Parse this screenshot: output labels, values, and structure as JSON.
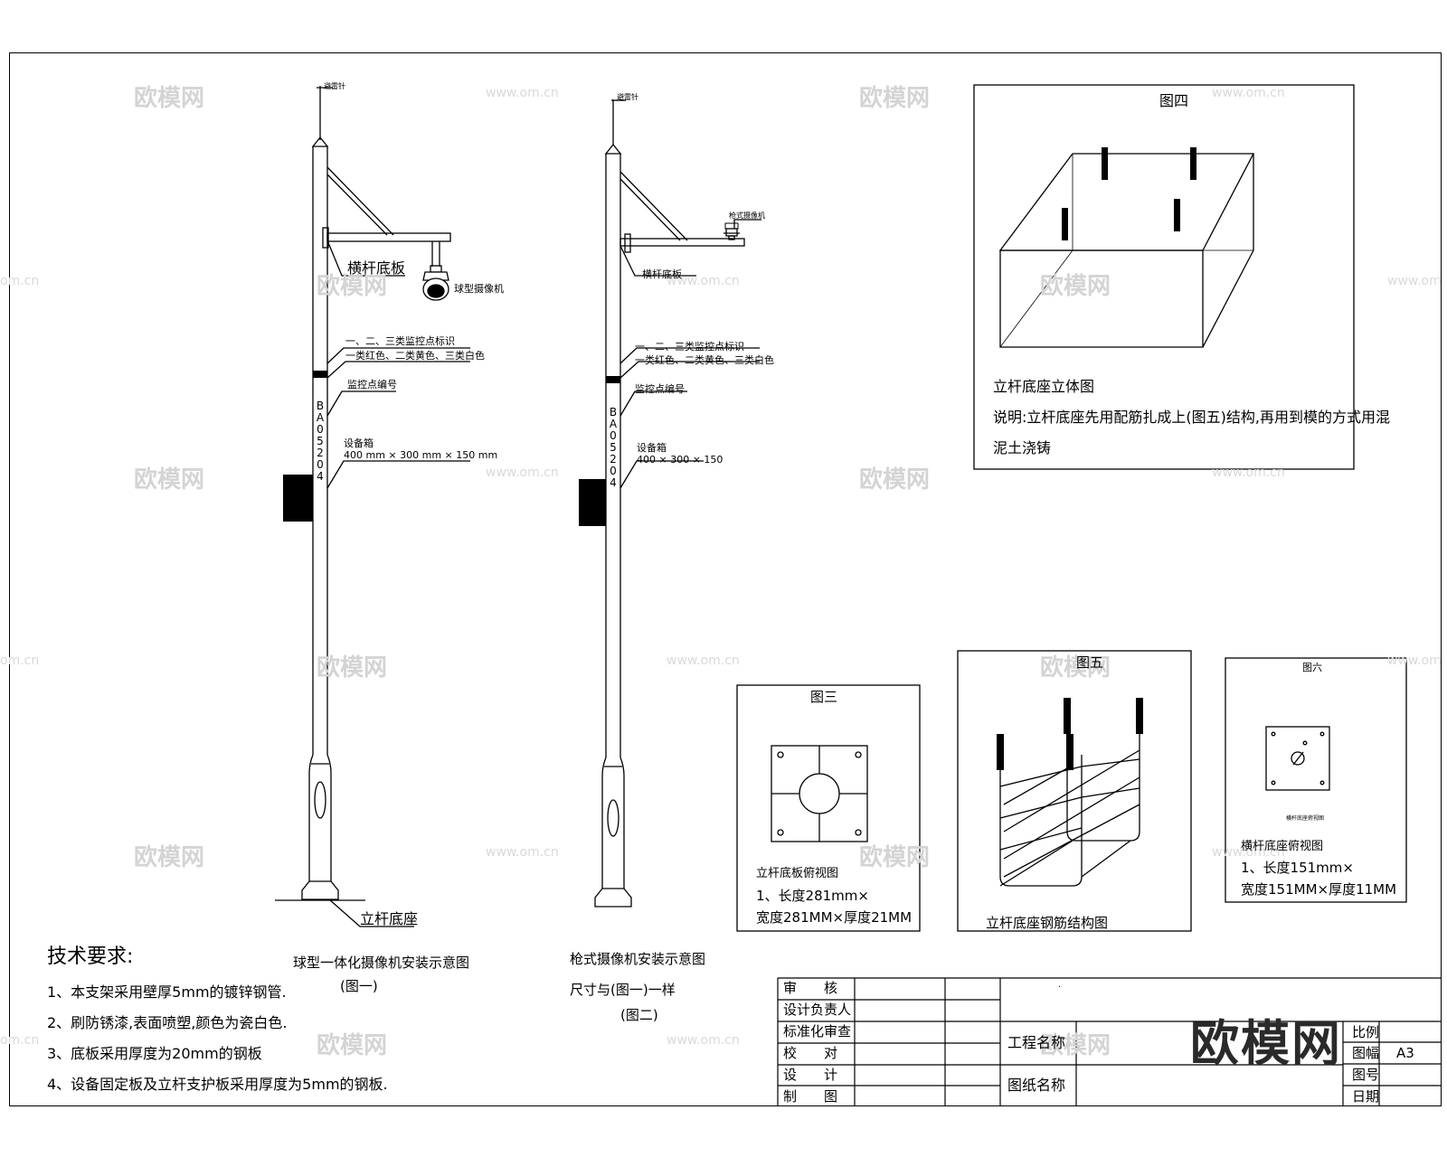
{
  "fig1": {
    "top_tag": "避雷针",
    "bracket_label": "横杆底板",
    "camera_label": "球型摄像机",
    "sign_label_1": "一、二、三类监控点标识",
    "sign_label_2": "一类红色、二类黄色、三类白色",
    "number_label": "监控点编号",
    "pole_code": "BA05204",
    "box_label": "设备箱",
    "box_dims": "400 mm × 300 mm × 150 mm",
    "base_label": "立杆底座",
    "caption": "球型一体化摄像机安装示意图",
    "caption_sub": "(图一)"
  },
  "fig2": {
    "top_tag": "避雷针",
    "camera_label": "枪式摄像机",
    "bracket_label": "横杆底板",
    "sign_label_1": "一、二、三类监控点标识",
    "sign_label_2": "一类红色、二类黄色、三类白色",
    "number_label": "监控点编号",
    "pole_code": "BA05204",
    "box_label": "设备箱",
    "box_dims": "400 × 300 × 150",
    "caption": "枪式摄像机安装示意图",
    "caption_line2": "尺寸与(图一)一样",
    "caption_sub": "(图二)"
  },
  "fig4": {
    "title": "图四",
    "caption": "立杆底座立体图",
    "note_line1": "说明:立杆底座先用配筋扎成上(图五)结构,再用到模的方式用混",
    "note_line2": "泥土浇铸"
  },
  "fig3": {
    "title": "图三",
    "caption": "立杆底板俯视图",
    "line1": "1、长度281mm×",
    "line2": "宽度281MM×厚度21MM"
  },
  "fig5": {
    "title": "图五",
    "caption": "立杆底座钢筋结构图"
  },
  "fig6": {
    "title": "图六",
    "small_label": "横杆底座俯视图",
    "caption": "横杆底座俯视图",
    "line1": "1、长度151mm×",
    "line2": "宽度151MM×厚度11MM"
  },
  "tech": {
    "title": "技术要求:",
    "items": [
      "1、本支架采用壁厚5mm的镀锌钢管.",
      "2、刷防锈漆,表面喷塑,颜色为瓷白色.",
      "3、底板采用厚度为20mm的钢板",
      "4、设备固定板及立杆支护板采用厚度为5mm的钢板."
    ]
  },
  "titleblock": {
    "rows": [
      "审　　核",
      "设计负责人",
      "标准化审查",
      "校　　对",
      "设　　计",
      "制　　图"
    ],
    "project_label": "工程名称",
    "drawing_label": "图纸名称",
    "scale_label": "比例",
    "sheet_label": "图幅",
    "sheet_value": "A3",
    "number_label": "图号",
    "date_label": "日期",
    "dot": "·"
  },
  "watermark": {
    "logo_text": "欧模网",
    "url_text": "www.om.cn",
    "url_short": "om.cn",
    "url_left": "www.om"
  }
}
